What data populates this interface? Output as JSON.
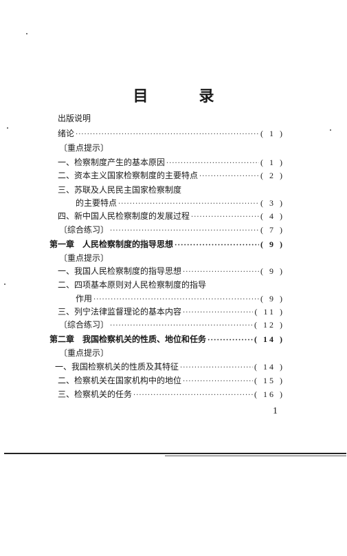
{
  "title": "目　录",
  "toc": [
    {
      "label": "出版说明",
      "page": "",
      "dotted": false,
      "chapter": false
    },
    {
      "label": "绪论",
      "page": "( 1 )",
      "dotted": true,
      "chapter": false
    },
    {
      "label": "〔重点提示〕",
      "page": "",
      "dotted": false,
      "chapter": false
    },
    {
      "label": "一、检察制度产生的基本原因",
      "page": "( 1 )",
      "dotted": true,
      "chapter": false
    },
    {
      "label": "二、资本主义国家检察制度的主要特点",
      "page": "( 2 )",
      "dotted": true,
      "chapter": false
    },
    {
      "label": "三、苏联及人民民主国家检察制度",
      "page": "",
      "dotted": false,
      "chapter": false
    },
    {
      "label": "的主要特点",
      "page": "( 3 )",
      "dotted": true,
      "chapter": false
    },
    {
      "label": "四、新中国人民检察制度的发展过程",
      "page": "( 4 )",
      "dotted": true,
      "chapter": false
    },
    {
      "label": "〔综合练习〕",
      "page": "( 7 )",
      "dotted": true,
      "chapter": false
    },
    {
      "label": "第一章　人民检察制度的指导思想",
      "page": "( 9 )",
      "dotted": true,
      "chapter": true
    },
    {
      "label": "〔重点提示〕",
      "page": "",
      "dotted": false,
      "chapter": false
    },
    {
      "label": "一、我国人民检察制度的指导思想",
      "page": "( 9 )",
      "dotted": true,
      "chapter": false
    },
    {
      "label": "二、四项基本原则对人民检察制度的指导",
      "page": "",
      "dotted": false,
      "chapter": false
    },
    {
      "label": "作用",
      "page": "( 9 )",
      "dotted": true,
      "chapter": false
    },
    {
      "label": "三、列宁法律监督理论的基本内容",
      "page": "( 11 )",
      "dotted": true,
      "chapter": false
    },
    {
      "label": "〔综合练习〕",
      "page": "( 12 )",
      "dotted": true,
      "chapter": false
    },
    {
      "label": "第二章　我国检察机关的性质、地位和任务",
      "page": "( 14 )",
      "dotted": true,
      "chapter": true
    },
    {
      "label": "〔重点提示〕",
      "page": "",
      "dotted": false,
      "chapter": false
    },
    {
      "label": "一、我国检察机关的性质及其特征",
      "page": "( 14 )",
      "dotted": true,
      "chapter": false
    },
    {
      "label": "二、检察机关在国家机构中的地位",
      "page": "( 15 )",
      "dotted": true,
      "chapter": false
    },
    {
      "label": "三、检察机关的任务",
      "page": "( 16 )",
      "dotted": true,
      "chapter": false
    }
  ],
  "page_number": "1"
}
